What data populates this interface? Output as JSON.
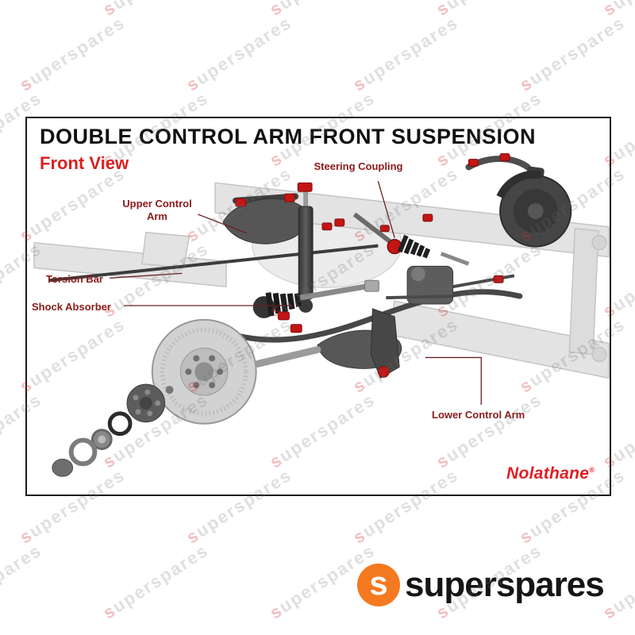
{
  "diagram": {
    "title": "DOUBLE CONTROL ARM FRONT SUSPENSION",
    "subtitle": "Front View",
    "brand": "Nolathane",
    "brand_reg": "®",
    "labels": {
      "steering_coupling": "Steering Coupling",
      "upper_control_arm": "Upper Control Arm",
      "torsion_bar": "Torsion Bar",
      "shock_absorber": "Shock Absorber",
      "lower_control_arm": "Lower Control Arm"
    },
    "colors": {
      "title": "#111111",
      "subtitle_red": "#d92121",
      "label_maroon": "#8b1a1a",
      "brand_red": "#e31e24",
      "bushing_red": "#c41414",
      "metal_light": "#e3e3e3",
      "metal_dark": "#4f4f4f"
    }
  },
  "watermark": {
    "text": "superspares"
  },
  "footer": {
    "logo_letter": "s",
    "logo_text": "superspares",
    "logo_color": "#f47920"
  }
}
